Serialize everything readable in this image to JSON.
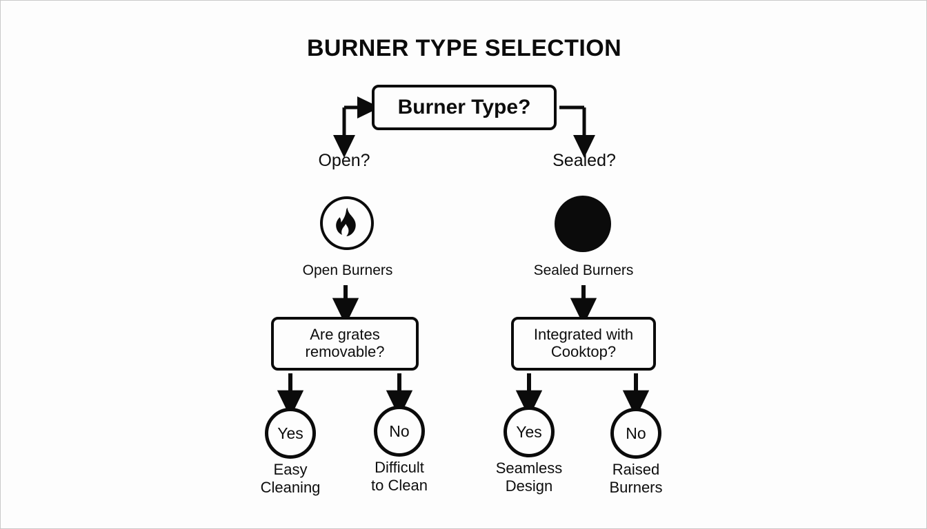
{
  "diagram": {
    "title": "BURNER TYPE SELECTION",
    "background_color": "#fdfdfd",
    "stroke_color": "#0b0b0b",
    "root": {
      "label": "Burner Type?"
    },
    "branches": [
      {
        "id": "open",
        "question_label": "Open?",
        "icon_name": "flame-icon",
        "icon_caption": "Open Burners",
        "decision": "Are grates\nremovable?",
        "outcomes": [
          {
            "answer": "Yes",
            "label": "Easy\nCleaning"
          },
          {
            "answer": "No",
            "label": "Difficult\nto Clean"
          }
        ]
      },
      {
        "id": "sealed",
        "question_label": "Sealed?",
        "icon_name": "solid-circle-icon",
        "icon_caption": "Sealed Burners",
        "decision": "Integrated with\nCooktop?",
        "outcomes": [
          {
            "answer": "Yes",
            "label": "Seamless\nDesign"
          },
          {
            "answer": "No",
            "label": "Raised\nBurners"
          }
        ]
      }
    ]
  }
}
